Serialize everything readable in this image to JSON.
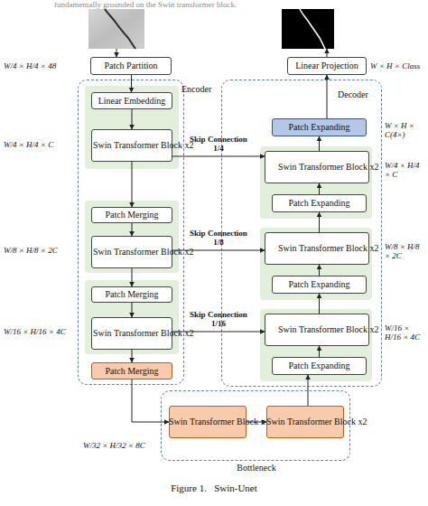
{
  "diagram": {
    "caption": "Figure 1.   Swin-Unet",
    "nodes": [
      {
        "text": [
          "Patch Partition"
        ]
      },
      {
        "text": [
          "Linear Projection"
        ]
      },
      {
        "text": [
          "Encoder"
        ]
      },
      {
        "text": [
          "Linear Embedding"
        ],
        "in": 2
      },
      {
        "text": [
          "Swin Transformer Block x2"
        ],
        "in": 2
      },
      {
        "text": [
          "Patch Merging"
        ],
        "in": 2
      },
      {
        "text": [
          "Swin Transformer Block x2"
        ],
        "in": 2
      },
      {
        "text": [
          "Patch Merging"
        ],
        "in": 2
      },
      {
        "text": [
          "Swin Transformer Block x2"
        ],
        "in": 2
      },
      {
        "text": [
          "Patch Merging"
        ],
        "in": 2
      },
      {
        "text": [
          "Decoder"
        ]
      },
      {
        "text": [
          "Patch Expanding"
        ],
        "in": 10
      },
      {
        "text": [
          "Swin Transformer Block x2"
        ],
        "in": 10
      },
      {
        "text": [
          "Patch Expanding"
        ],
        "in": 10
      },
      {
        "text": [
          "Swin Transformer Block x2"
        ],
        "in": 10
      },
      {
        "text": [
          "Patch Expanding"
        ],
        "in": 10
      },
      {
        "text": [
          "Swin Transformer Block x2"
        ],
        "in": 10
      },
      {
        "text": [
          "Patch Expanding"
        ],
        "in": 10
      },
      {
        "text": [
          "Bottleneck"
        ]
      },
      {
        "text": [
          "Swin Transformer Block x1"
        ],
        "in": 18
      },
      {
        "text": [
          "Swin Transformer Block x2"
        ],
        "in": 18
      }
    ],
    "edges": [
      {
        "from": 0,
        "to": 3,
        "arrow": "to"
      },
      {
        "from": 3,
        "to": 4,
        "arrow": "to"
      },
      {
        "from": 4,
        "to": 5,
        "arrow": "to"
      },
      {
        "from": 5,
        "to": 6,
        "arrow": "to"
      },
      {
        "from": 6,
        "to": 7,
        "arrow": "to"
      },
      {
        "from": 7,
        "to": 8,
        "arrow": "to"
      },
      {
        "from": 8,
        "to": 9,
        "arrow": "to"
      },
      {
        "from": 9,
        "to": 19,
        "arrow": "to"
      },
      {
        "from": 19,
        "to": 20,
        "arrow": "to"
      },
      {
        "from": 20,
        "to": 17,
        "arrow": "to"
      },
      {
        "from": 17,
        "to": 16,
        "arrow": "to"
      },
      {
        "from": 16,
        "to": 15,
        "arrow": "to"
      },
      {
        "from": 15,
        "to": 14,
        "arrow": "to"
      },
      {
        "from": 14,
        "to": 13,
        "arrow": "to"
      },
      {
        "from": 13,
        "to": 12,
        "arrow": "to"
      },
      {
        "from": 12,
        "to": 11,
        "arrow": "to"
      },
      {
        "from": 11,
        "to": 1,
        "arrow": "to"
      },
      {
        "from": 4,
        "to": 12,
        "label": "Skip Connection 1/4",
        "arrow": "to"
      },
      {
        "from": 6,
        "to": 14,
        "label": "Skip Connection 1/8",
        "arrow": "to"
      },
      {
        "from": 8,
        "to": 16,
        "label": "Skip Connection 1/16",
        "arrow": "to"
      }
    ],
    "labels": [
      "fundamentally grounded on the Swin transformer block.",
      "W/4 × H/4 × 48",
      "W/4 × H/4 × C",
      "W/8 × H/8 × 2C",
      "W/16 × H/16 × 4C",
      "W/32 × H/32 × 8C",
      "W × H × Class",
      "W × H × C(4×)",
      "W/4 × H/4 × C",
      "W/8 × H/8 × 2C",
      "W/16 × H/16 × 4C"
    ]
  }
}
